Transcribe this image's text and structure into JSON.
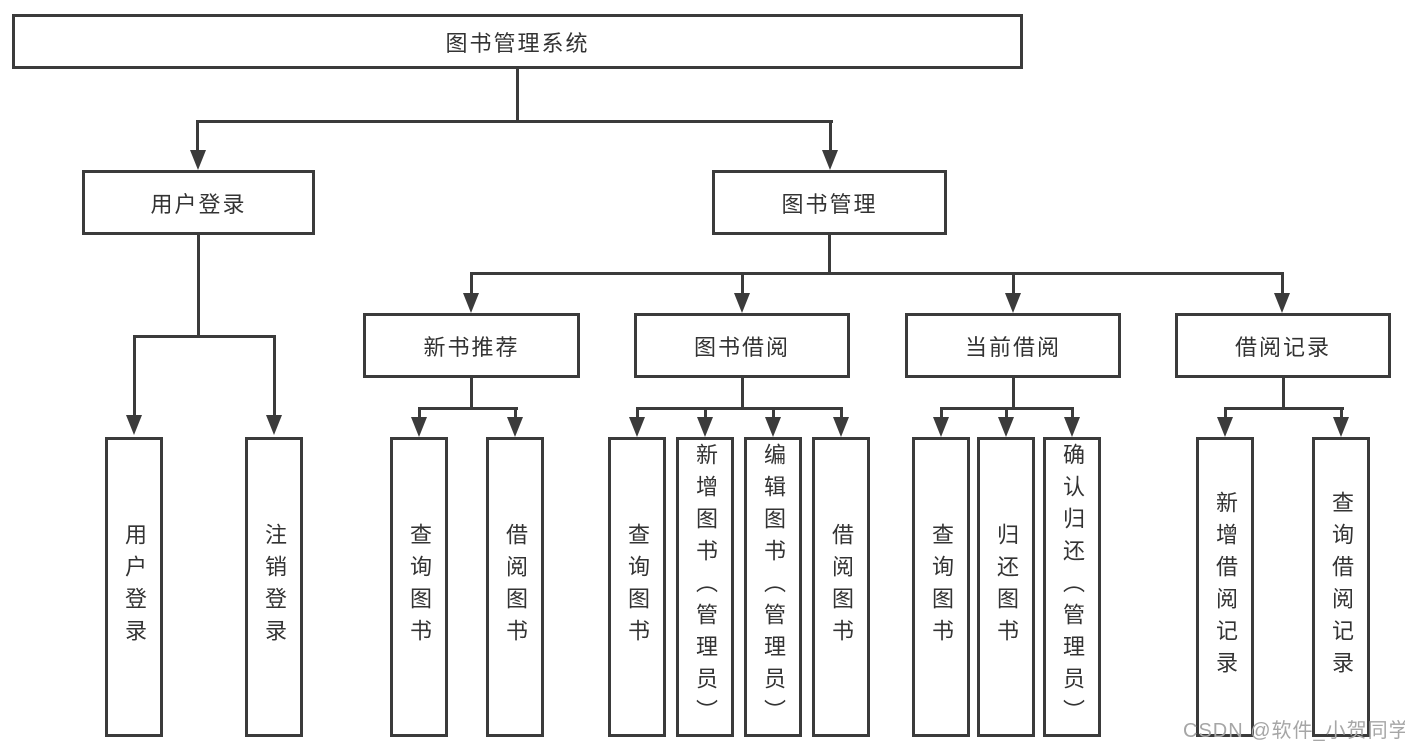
{
  "diagram": {
    "root": {
      "label": "图书管理系统"
    },
    "level2": [
      {
        "label": "用户登录"
      },
      {
        "label": "图书管理"
      }
    ],
    "level3": [
      {
        "label": "新书推荐"
      },
      {
        "label": "图书借阅"
      },
      {
        "label": "当前借阅"
      },
      {
        "label": "借阅记录"
      }
    ],
    "leaves": {
      "user_login": [
        {
          "label": "用户登录"
        },
        {
          "label": "注销登录"
        }
      ],
      "new_book": [
        {
          "label": "查询图书"
        },
        {
          "label": "借阅图书"
        }
      ],
      "book_borrow": [
        {
          "label": "查询图书"
        },
        {
          "label": "新增图书（管理员）"
        },
        {
          "label": "编辑图书（管理员）"
        },
        {
          "label": "借阅图书"
        }
      ],
      "current_borrow": [
        {
          "label": "查询图书"
        },
        {
          "label": "归还图书"
        },
        {
          "label": "确认归还（管理员）"
        }
      ],
      "records": [
        {
          "label": "新增借阅记录"
        },
        {
          "label": "查询借阅记录"
        }
      ]
    }
  },
  "watermark": {
    "text": "CSDN @软件_小贺同学"
  },
  "colors": {
    "line": "#3b3b3b",
    "text": "#333333",
    "box-bg": "#ffffff",
    "bg": "#ffffff",
    "watermark": "#a6a6a6"
  }
}
